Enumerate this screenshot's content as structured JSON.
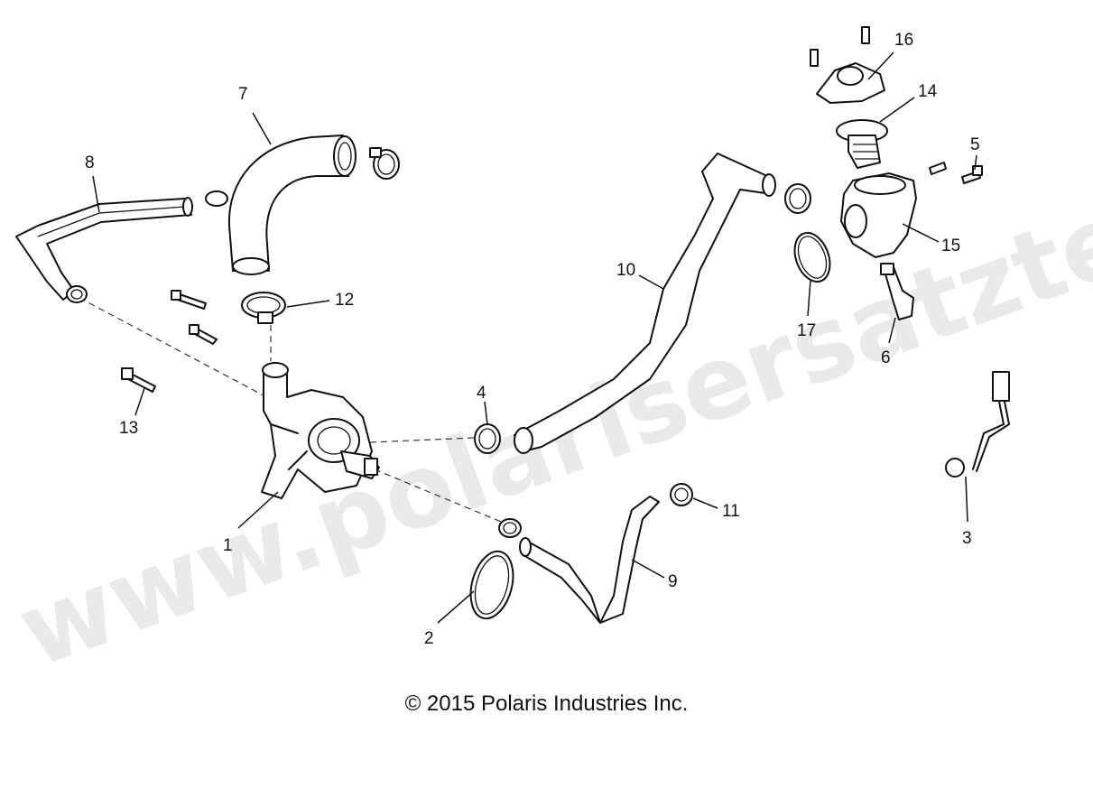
{
  "watermark": "www.polarisersatzteile.de",
  "copyright": "© 2015 Polaris Industries Inc.",
  "callouts": [
    {
      "id": "1",
      "label": "1"
    },
    {
      "id": "2",
      "label": "2"
    },
    {
      "id": "3",
      "label": "3"
    },
    {
      "id": "4",
      "label": "4"
    },
    {
      "id": "5",
      "label": "5"
    },
    {
      "id": "6",
      "label": "6"
    },
    {
      "id": "7",
      "label": "7"
    },
    {
      "id": "8",
      "label": "8"
    },
    {
      "id": "9",
      "label": "9"
    },
    {
      "id": "10",
      "label": "10"
    },
    {
      "id": "11",
      "label": "11"
    },
    {
      "id": "12",
      "label": "12"
    },
    {
      "id": "13",
      "label": "13"
    },
    {
      "id": "14",
      "label": "14"
    },
    {
      "id": "15",
      "label": "15"
    },
    {
      "id": "16",
      "label": "16"
    },
    {
      "id": "17",
      "label": "17"
    }
  ]
}
